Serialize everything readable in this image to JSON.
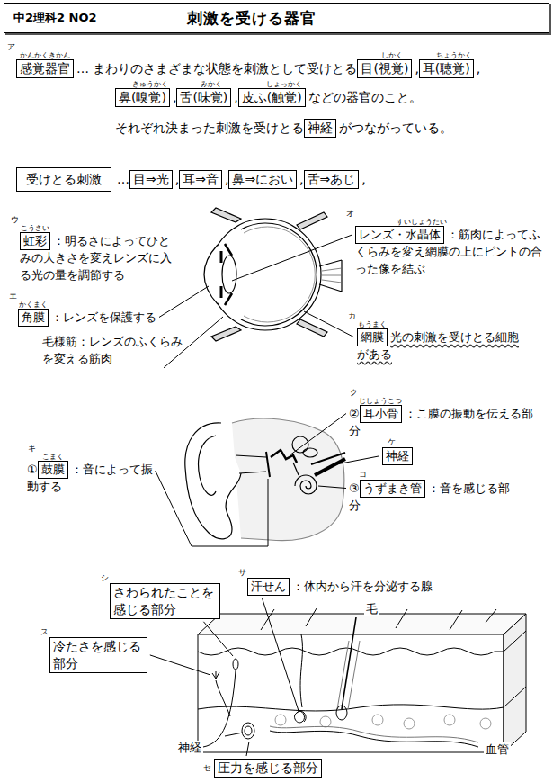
{
  "diagram": {
    "nodes": [
      {
        "text": [
          "中2理科2 NO2",
          "刺激を受ける器官"
        ]
      },
      {
        "text": [
          "感覚器官"
        ]
      },
      {
        "text": [
          "目(視覚)"
        ]
      },
      {
        "text": [
          "耳(聴覚)"
        ]
      },
      {
        "text": [
          "鼻(嗅覚)"
        ]
      },
      {
        "text": [
          "舌(味覚)"
        ]
      },
      {
        "text": [
          "皮ふ(触覚)"
        ]
      },
      {
        "text": [
          "神経"
        ]
      },
      {
        "text": [
          "受けとる刺激"
        ]
      },
      {
        "text": [
          "目⇒光"
        ]
      },
      {
        "text": [
          "耳⇒音"
        ]
      },
      {
        "text": [
          "鼻⇒におい"
        ]
      },
      {
        "text": [
          "舌⇒あじ"
        ]
      },
      {
        "text": [
          "虹彩"
        ]
      },
      {
        "text": [
          "レンズ・水晶体"
        ]
      },
      {
        "text": [
          "角膜"
        ]
      },
      {
        "text": [
          "網膜"
        ]
      },
      {
        "text": [
          "耳小骨"
        ]
      },
      {
        "text": [
          "神経"
        ]
      },
      {
        "text": [
          "うずまき管"
        ]
      },
      {
        "text": [
          "鼓膜"
        ]
      },
      {
        "text": [
          "汗せん"
        ]
      },
      {
        "text": [
          "さわられたことを感じる部分"
        ]
      },
      {
        "text": [
          "冷たさを感じる部分"
        ]
      },
      {
        "text": [
          "圧力を感じる部分"
        ]
      }
    ],
    "labels": [
      "ア",
      "かんかくきかん",
      "… まわりのさまざまな状態を刺激として受けとる",
      "しかく",
      ",",
      "ちょうかく",
      ",",
      "きゅうかく",
      ",",
      "みかく",
      ",",
      "しょっかく",
      "などの器官のこと。",
      "それぞれ決まった刺激を受けとる",
      "がつながっている。",
      "…",
      ",",
      ",",
      ",",
      ",",
      "ウ",
      "こうさい",
      "：明るさによってひとみの大きさを変えレンズに入る光の量を調節する",
      "エ",
      "かくまく",
      "：レンズを保護する",
      "毛様筋：レンズのふくらみを変える筋肉",
      "オ",
      "すいしょうたい",
      "：筋肉によってふくらみを変え網膜の上にピントの合った像を結ぶ",
      "カ",
      "もうまく",
      "光の刺激を受けとる細胞がある",
      "ク",
      "②",
      "じしょうこつ",
      "：こ膜の振動を伝える部分",
      "ケ",
      "コ",
      "③",
      "：音を感じる部分",
      "キ",
      "①",
      "こまく",
      "：音によって振動する",
      "サ",
      "：体内から汗を分泌する腺",
      "シ",
      "ス",
      "毛",
      "神経",
      "血管",
      "セ"
    ]
  }
}
